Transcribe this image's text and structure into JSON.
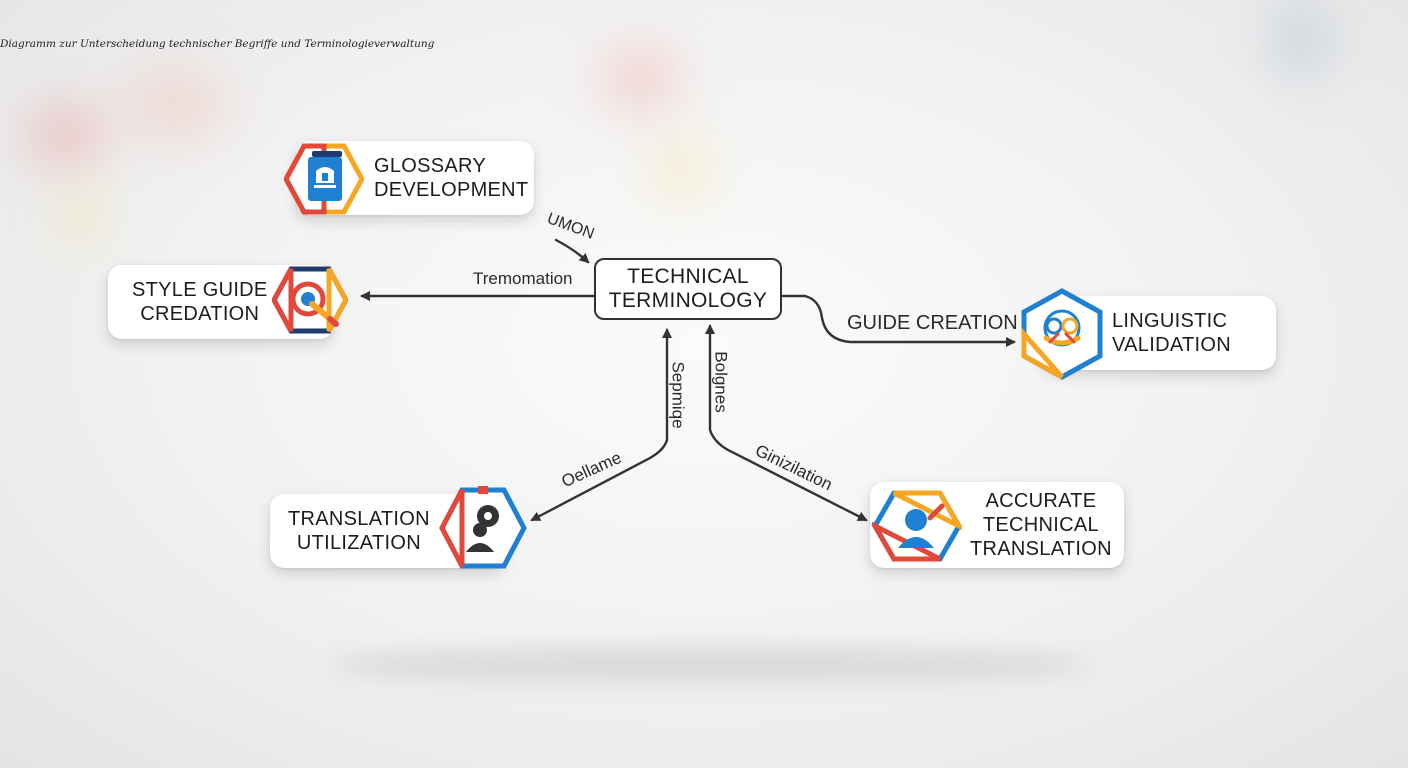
{
  "caption": "Diagramm zur Unterscheidung technischer Begriffe und Terminologieverwaltung",
  "center": {
    "line1": "TECHNICAL",
    "line2": "TERMINOLOGY"
  },
  "nodes": {
    "glossary": {
      "line1": "GLOSSARY",
      "line2": "DEVELOPMENT",
      "icon": "glossary-book-icon"
    },
    "style_guide": {
      "line1": "STYLE GUIDE",
      "line2": "CREDATION",
      "icon": "target-pen-icon"
    },
    "linguistic": {
      "line1": "LINGUISTIC",
      "line2": "VALIDATION",
      "icon": "gears-handshake-icon"
    },
    "translation": {
      "line1": "TRANSLATION",
      "line2": "UTILIZATION",
      "icon": "user-chat-icon"
    },
    "accurate": {
      "line1": "ACCURATE",
      "line2": "TECHNICAL",
      "line3": "TRANSLATION",
      "icon": "user-pen-icon"
    }
  },
  "edge_labels": {
    "umon": "UMON",
    "tremomation": "Tremomation",
    "guide_creation": "GUIDE CREATION",
    "sepmiqe": "Sepmiqe",
    "bolgnes": "Bolgnes",
    "oellame": "Oellame",
    "ginizilation": "Ginizilation"
  },
  "colors": {
    "blue": "#1f7fd1",
    "orange": "#f5a623",
    "red": "#e2483a",
    "navy": "#1e3a6e",
    "line": "#333333"
  }
}
